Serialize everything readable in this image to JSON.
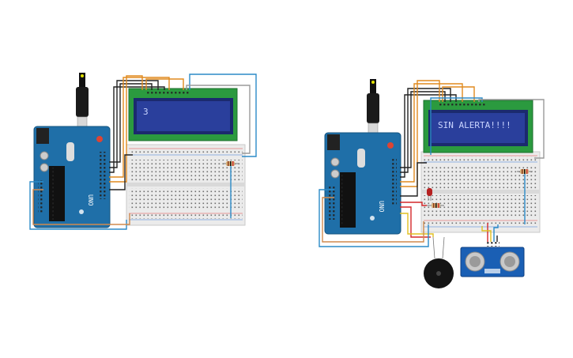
{
  "circuit_1": {
    "lcd": {
      "display_text": "3"
    },
    "arduino": {
      "brand_label": "UNO"
    }
  },
  "circuit_2": {
    "lcd": {
      "display_text": "SIN ALERTA!!!!"
    },
    "arduino": {
      "brand_label": "UNO"
    }
  },
  "colors": {
    "board_blue": "#1f6fa8",
    "lcd_green": "#2b9a3f",
    "lcd_screen": "#2a3f9c",
    "wire_orange": "#e08a1e",
    "wire_black": "#222222",
    "wire_blue": "#2b8ac7",
    "wire_red": "#d4282a",
    "wire_gray": "#9a9a9a",
    "breadboard": "#e9e9e9"
  }
}
